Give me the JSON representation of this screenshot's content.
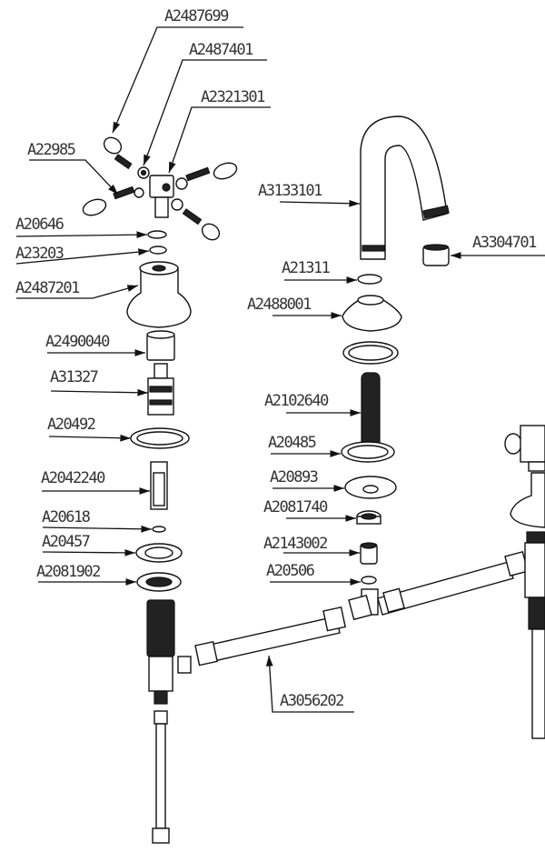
{
  "diagram": {
    "labels": {
      "a2487699": "A2487699",
      "a2487401": "A2487401",
      "a2321301": "A2321301",
      "a22985": "A22985",
      "a20646": "A20646",
      "a23203": "A23203",
      "a2487201": "A2487201",
      "a2490040": "A2490040",
      "a31327": "A31327",
      "a20492": "A20492",
      "a2042240": "A2042240",
      "a20618": "A20618",
      "a20457": "A20457",
      "a2081902": "A2081902",
      "a3133101": "A3133101",
      "a3304701": "A3304701",
      "a21311": "A21311",
      "a2488001": "A2488001",
      "a2102640": "A2102640",
      "a20485": "A20485",
      "a20893": "A20893",
      "a2081740": "A2081740",
      "a2143002": "A2143002",
      "a20506": "A20506",
      "a3056202": "A3056202"
    }
  }
}
